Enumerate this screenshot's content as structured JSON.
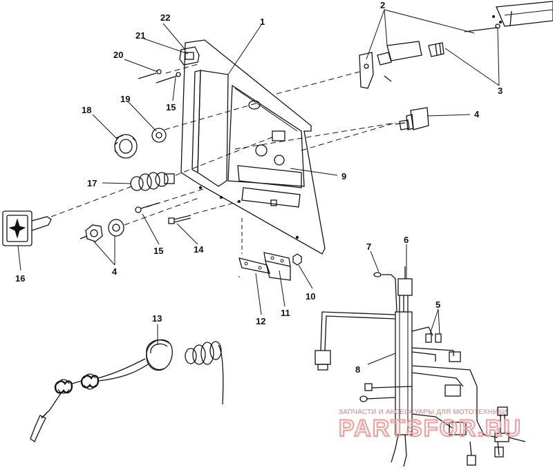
{
  "diagram": {
    "callouts": [
      {
        "id": "c1",
        "text": "1"
      },
      {
        "id": "c2",
        "text": "2"
      },
      {
        "id": "c3",
        "text": "3"
      },
      {
        "id": "c4a",
        "text": "4"
      },
      {
        "id": "c4b",
        "text": "4"
      },
      {
        "id": "c5",
        "text": "5"
      },
      {
        "id": "c6",
        "text": "6"
      },
      {
        "id": "c7",
        "text": "7"
      },
      {
        "id": "c8",
        "text": "8"
      },
      {
        "id": "c9",
        "text": "9"
      },
      {
        "id": "c10",
        "text": "10"
      },
      {
        "id": "c11",
        "text": "11"
      },
      {
        "id": "c12",
        "text": "12"
      },
      {
        "id": "c13",
        "text": "13"
      },
      {
        "id": "c14",
        "text": "14"
      },
      {
        "id": "c15a",
        "text": "15"
      },
      {
        "id": "c15b",
        "text": "15"
      },
      {
        "id": "c16",
        "text": "16"
      },
      {
        "id": "c17",
        "text": "17"
      },
      {
        "id": "c18",
        "text": "18"
      },
      {
        "id": "c19",
        "text": "19"
      },
      {
        "id": "c20",
        "text": "20"
      },
      {
        "id": "c21",
        "text": "21"
      },
      {
        "id": "c22",
        "text": "22"
      }
    ]
  },
  "watermark": {
    "tagline": "ЗАПЧАСТИ И АКСЕССУАРЫ ДЛЯ МОТОТЕХНИКИ",
    "brand": "PARTSFOR.RU"
  },
  "colors": {
    "ink": "#111111",
    "watermark": "#f08080"
  }
}
